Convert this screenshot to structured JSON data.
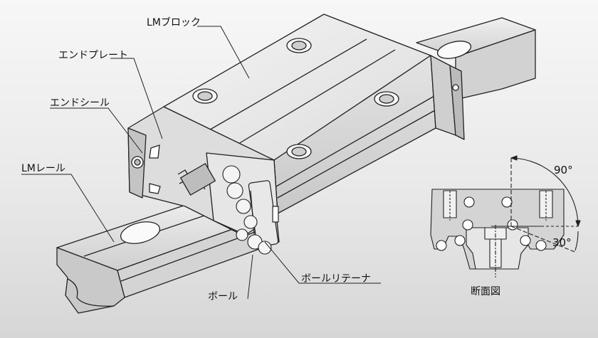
{
  "labels": {
    "lm_block": "LMブロック",
    "end_plate": "エンドプレート",
    "end_seal": "エンドシール",
    "lm_rail": "LMレール",
    "ball": "ボール",
    "ball_retainer": "ボールリテーナ",
    "section_view": "断面図"
  },
  "angles": {
    "upper": "90°",
    "lower": "30°"
  },
  "colors": {
    "line": "#222222",
    "face_light": "#ececec",
    "face_mid": "#d9d9d9",
    "face_dark": "#bdbdbd",
    "section_fill": "#d4d4d4"
  }
}
